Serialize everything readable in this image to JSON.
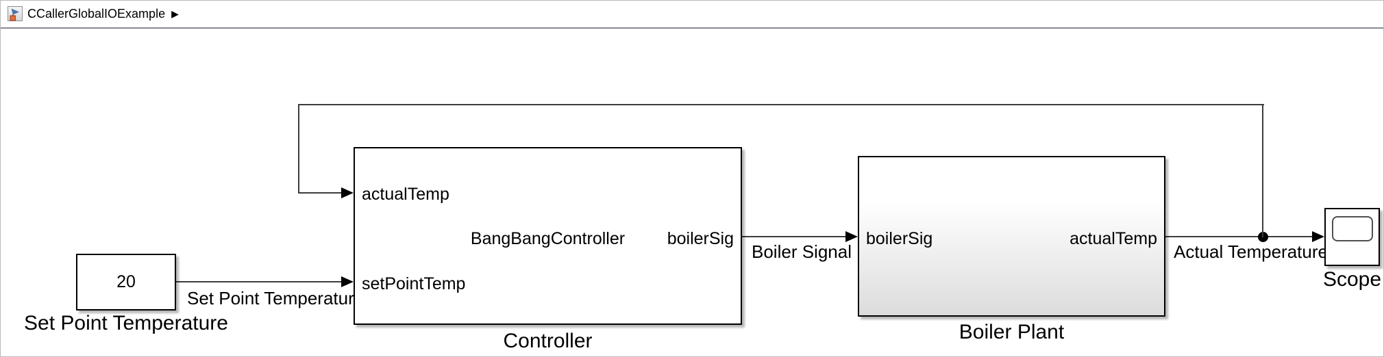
{
  "breadcrumb": {
    "model_name": "CCallerGlobalIOExample",
    "arrow_glyph": "▶"
  },
  "constant_block": {
    "value": "20",
    "name": "Set Point Temperature"
  },
  "controller_block": {
    "name": "Controller",
    "center_text": "BangBangController",
    "in_port_1": "actualTemp",
    "in_port_2": "setPointTemp",
    "out_port_1": "boilerSig"
  },
  "plant_block": {
    "name": "Boiler Plant",
    "in_port_1": "boilerSig",
    "out_port_1": "actualTemp"
  },
  "scope_block": {
    "name": "Scope"
  },
  "signal_labels": {
    "set_point": "Set Point Temperature",
    "boiler": "Boiler Signal",
    "actual": "Actual Temperature"
  },
  "colors": {
    "wire": "#3c3c3c",
    "block_border": "#000000",
    "plant_gradient_bottom": "#dcdcdc",
    "topbar_separator": "#8b8b94",
    "icon_blue": "#4a74a8",
    "icon_orange": "#e2703a"
  }
}
